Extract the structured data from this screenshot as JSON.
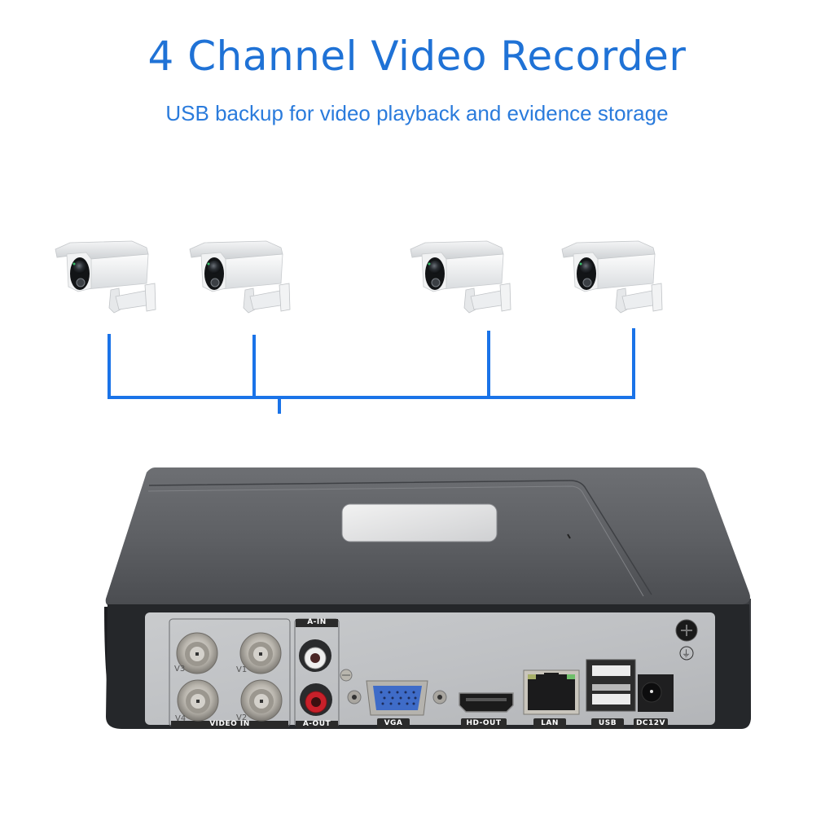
{
  "header": {
    "title": "4 Channel Video Recorder",
    "subtitle": "USB backup for video playback and evidence storage",
    "accent_color": "#1f72d6"
  },
  "cameras": [
    {
      "id": "camera-1",
      "type": "bullet-camera-icon"
    },
    {
      "id": "camera-2",
      "type": "bullet-camera-icon"
    },
    {
      "id": "camera-3",
      "type": "bullet-camera-icon"
    },
    {
      "id": "camera-4",
      "type": "bullet-camera-icon"
    }
  ],
  "wiring": {
    "color": "#1a73e8"
  },
  "recorder": {
    "video_in": {
      "group_label": "VIDEO IN",
      "channels": [
        "V1",
        "V2",
        "V3",
        "V4"
      ]
    },
    "audio": {
      "in_label": "A-IN",
      "out_label": "A-OUT"
    },
    "ports": {
      "vga": "VGA",
      "hdmi": "HD-OUT",
      "lan": "LAN",
      "usb": "USB",
      "power": "DC12V"
    },
    "ground_symbol": "⏚"
  }
}
